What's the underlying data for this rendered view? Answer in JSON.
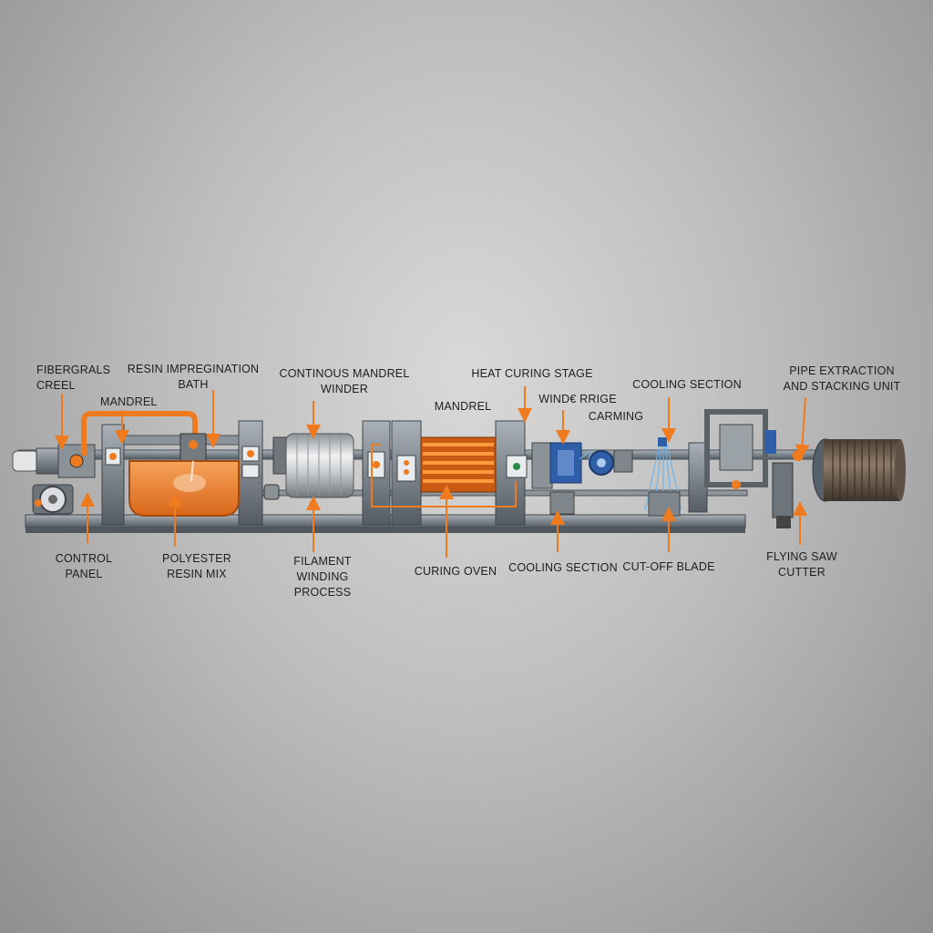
{
  "labels": {
    "fiberglass_creel": "FIBERGRALS\nCREEL",
    "mandrel_1": "MANDREL",
    "resin_bath": "RESIN IMPREGINATION\nBATH",
    "mandrel_winder": "CONTINOUS MANDREL\nWINDER",
    "mandrel_2": "MANDREL",
    "heat_curing": "HEAT CURING STAGE",
    "wind_carriage": "WIND€ RRIGE",
    "carming": "CARMING",
    "cooling_top": "COOLING SECTION",
    "pipe_extraction": "PIPE EXTRACTION\nAND STACKING UNIT",
    "control_panel": "CONTROL\nPANEL",
    "resin_mix": "POLYESTER\nRESIN MIX",
    "filament_winding": "FILAMENT\nWINDING\nPROCESS",
    "curing_oven": "CURING OVEN",
    "cooling_bottom": "COOLING SECTION",
    "cutoff_blade": "CUT-OFF BLADE",
    "flying_saw": "FLYING SAW\nCUTTER"
  },
  "colors": {
    "accent": "#f07a1e",
    "steel": "#7d858d",
    "steel_dark": "#4e555c",
    "resin": "#f08a2e",
    "coolant": "#6fb4e8",
    "blue_unit": "#2f5fa8",
    "pipe_brown": "#6d5a4a"
  }
}
